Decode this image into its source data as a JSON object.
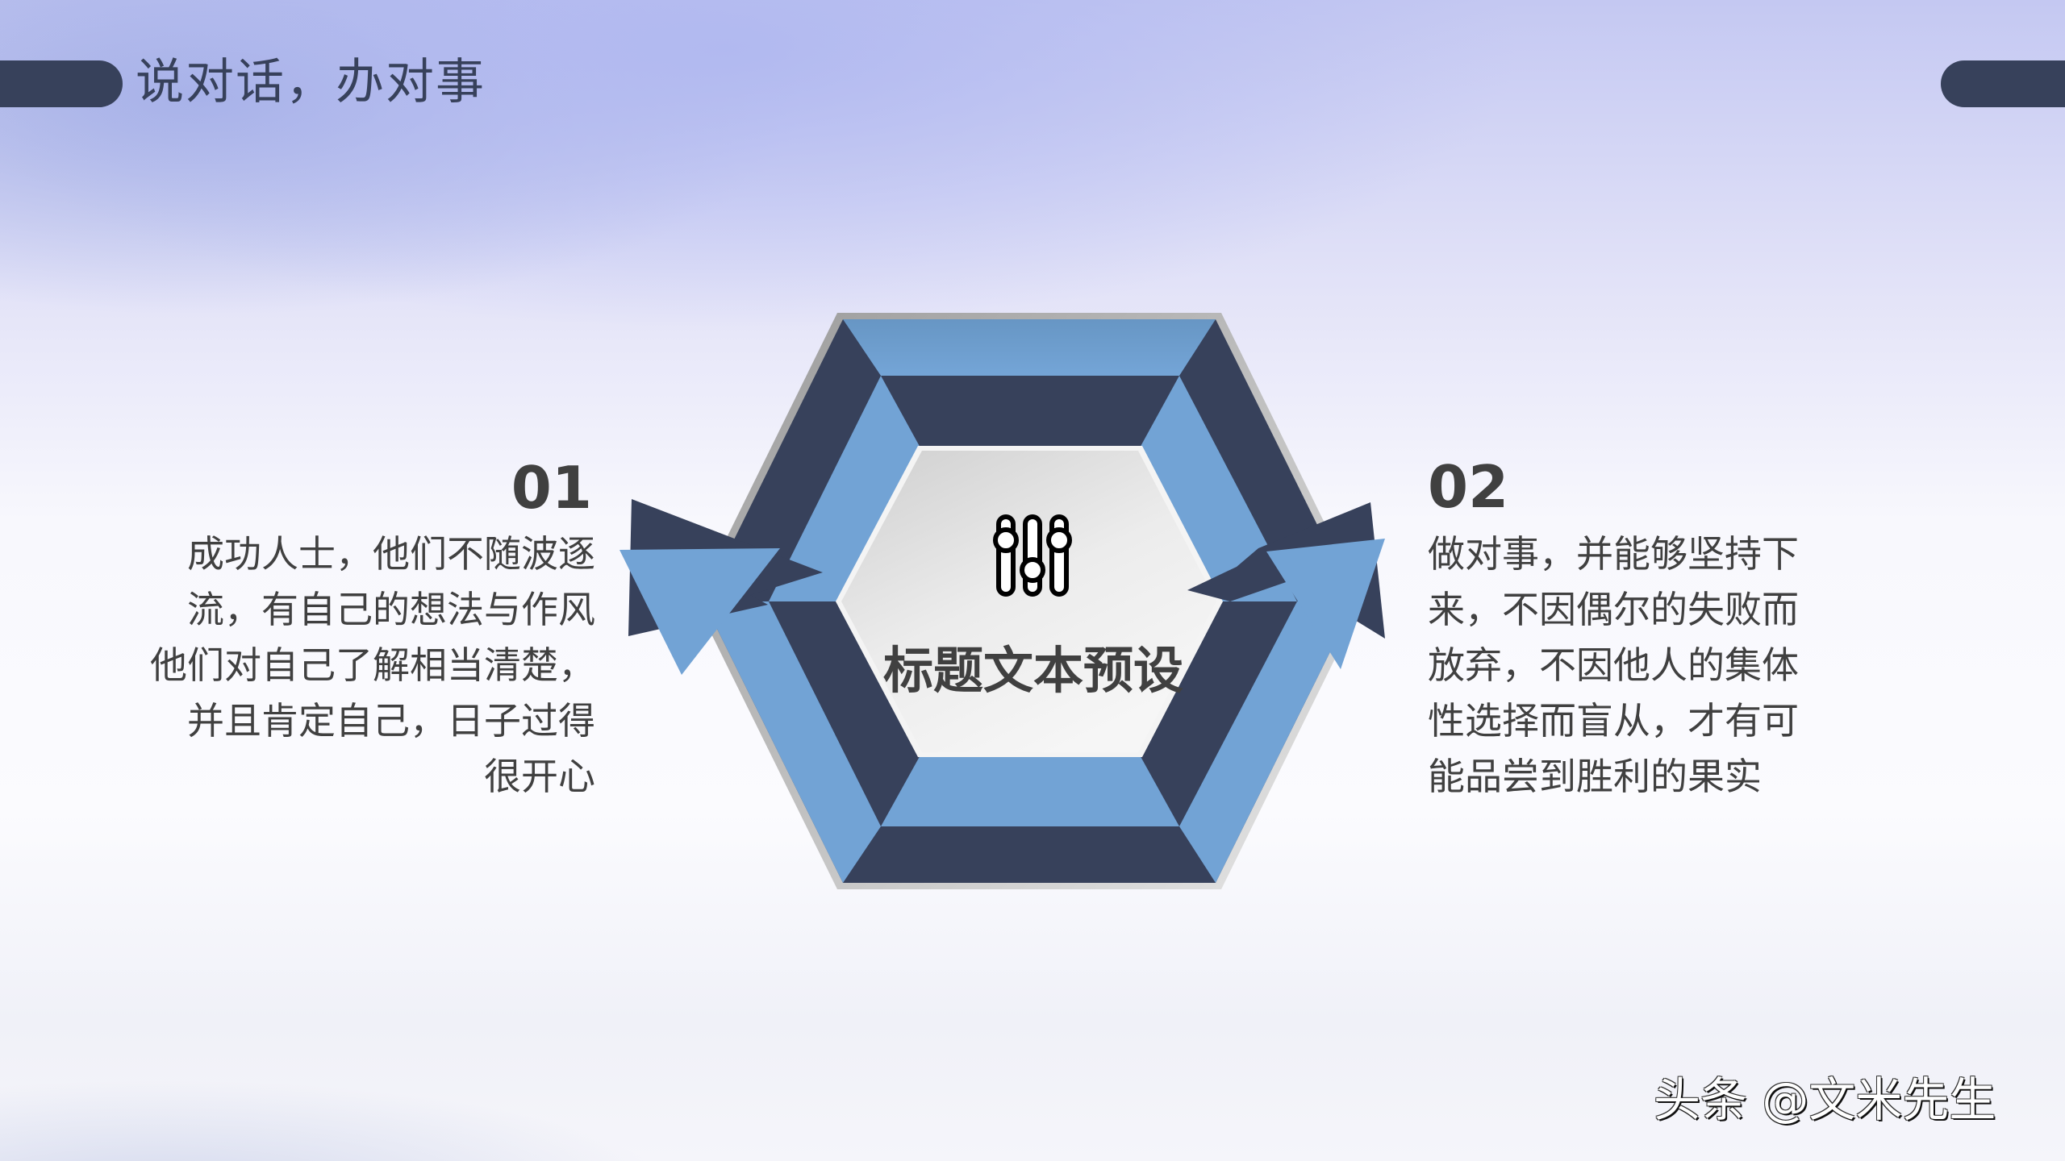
{
  "slide": {
    "title": "说对话，办对事",
    "colors": {
      "dark": "#37415b",
      "light_blue": "#72a3d5",
      "text": "#404040",
      "center_fill": "#e6e6e6",
      "border_gray": "#a5a5a5"
    }
  },
  "center": {
    "icon": "sliders-icon",
    "title": "标题文本预设"
  },
  "left_block": {
    "number": "01",
    "lines": [
      "成功人士，他们不随波逐",
      "流，有自己的想法与作风",
      "他们对自己了解相当清楚，",
      "并且肯定自己，日子过得",
      "很开心"
    ]
  },
  "right_block": {
    "number": "02",
    "lines": [
      "做对事，并能够坚持下",
      "来，不因偶尔的失败而",
      "放弃，不因他人的集体",
      "性选择而盲从，才有可",
      "能品尝到胜利的果实"
    ]
  },
  "watermark": {
    "text": "头条 @文米先生"
  }
}
